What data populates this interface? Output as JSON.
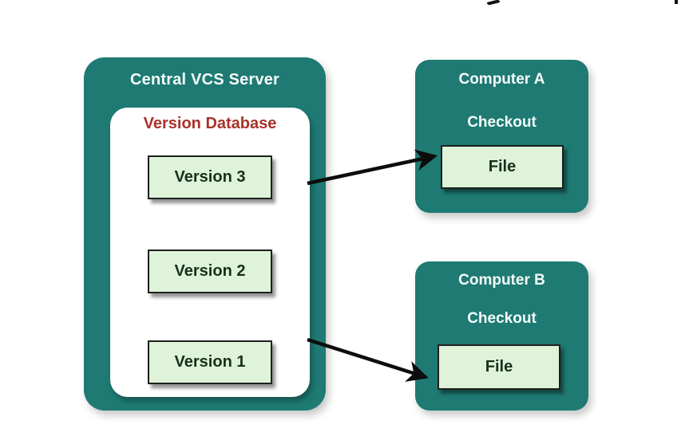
{
  "theme": {
    "teal": "#1e7a73",
    "box_green": "#def3d9",
    "box_border": "#1d201d",
    "dark_text": "#173019",
    "red_text": "#a9322a",
    "light_text": "#f7fcfa",
    "arrow_color": "#0d0d0d",
    "background": "#ffffff"
  },
  "central_server": {
    "title": "Central VCS Server",
    "database": {
      "title": "Version Database",
      "versions": [
        {
          "label": "Version 3"
        },
        {
          "label": "Version 2"
        },
        {
          "label": "Version 1"
        }
      ]
    }
  },
  "computers": [
    {
      "name": "Computer A",
      "action": "Checkout",
      "file_label": "File"
    },
    {
      "name": "Computer B",
      "action": "Checkout",
      "file_label": "File"
    }
  ],
  "connections": [
    {
      "from": "version-database",
      "to": "computer-a-file-box",
      "type": "arrow"
    },
    {
      "from": "version-database",
      "to": "computer-b-file-box",
      "type": "arrow"
    }
  ]
}
